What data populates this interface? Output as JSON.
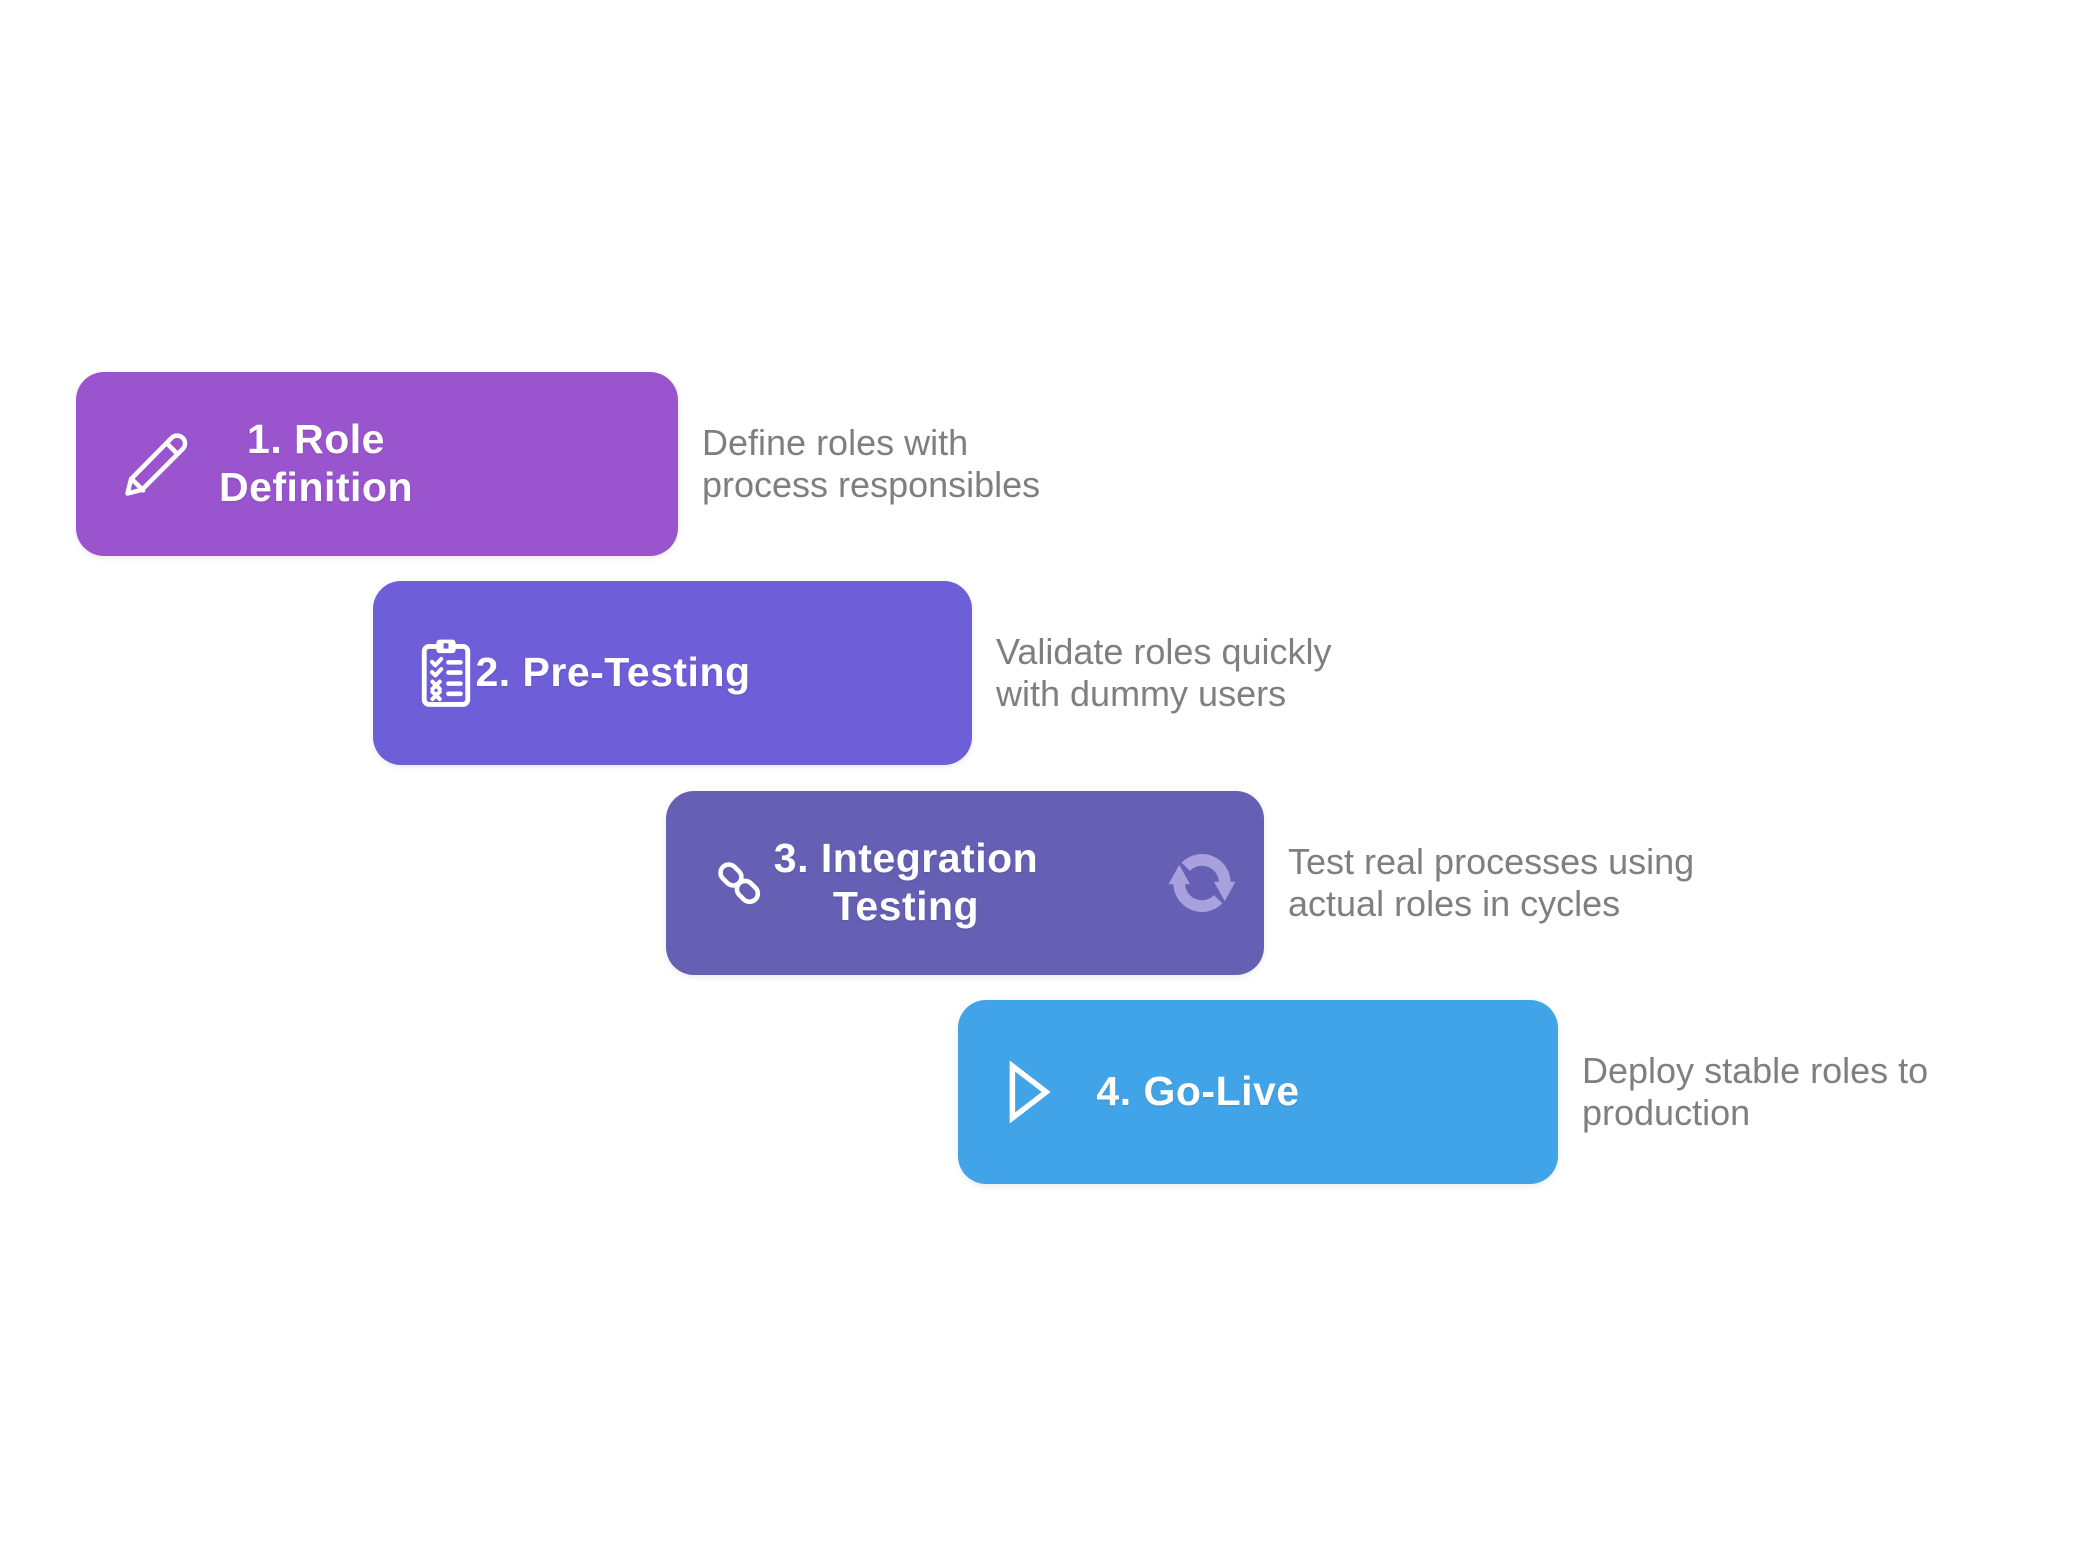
{
  "page": {
    "background": "#ffffff",
    "description_text_color": "#7f7f7f",
    "title_text_color": "#ffffff"
  },
  "steps": [
    {
      "title": "1. Role\nDefinition",
      "description": "Define roles with\nprocess responsibles",
      "color": "#9a55ce",
      "icon": "pencil-icon"
    },
    {
      "title": "2. Pre-Testing",
      "description": "Validate roles quickly\nwith dummy users",
      "color": "#6e5ed8",
      "icon": "clipboard-checklist-icon"
    },
    {
      "title": "3. Integration\nTesting",
      "description": "Test real processes using\nactual roles in cycles",
      "color": "#6560b4",
      "icon": "chain-link-icon",
      "secondary_icon": "sync-cycle-icon",
      "secondary_icon_color": "#a9a0de"
    },
    {
      "title": "4. Go-Live",
      "description": "Deploy stable roles to\nproduction",
      "color": "#42a4e8",
      "icon": "play-icon"
    }
  ]
}
